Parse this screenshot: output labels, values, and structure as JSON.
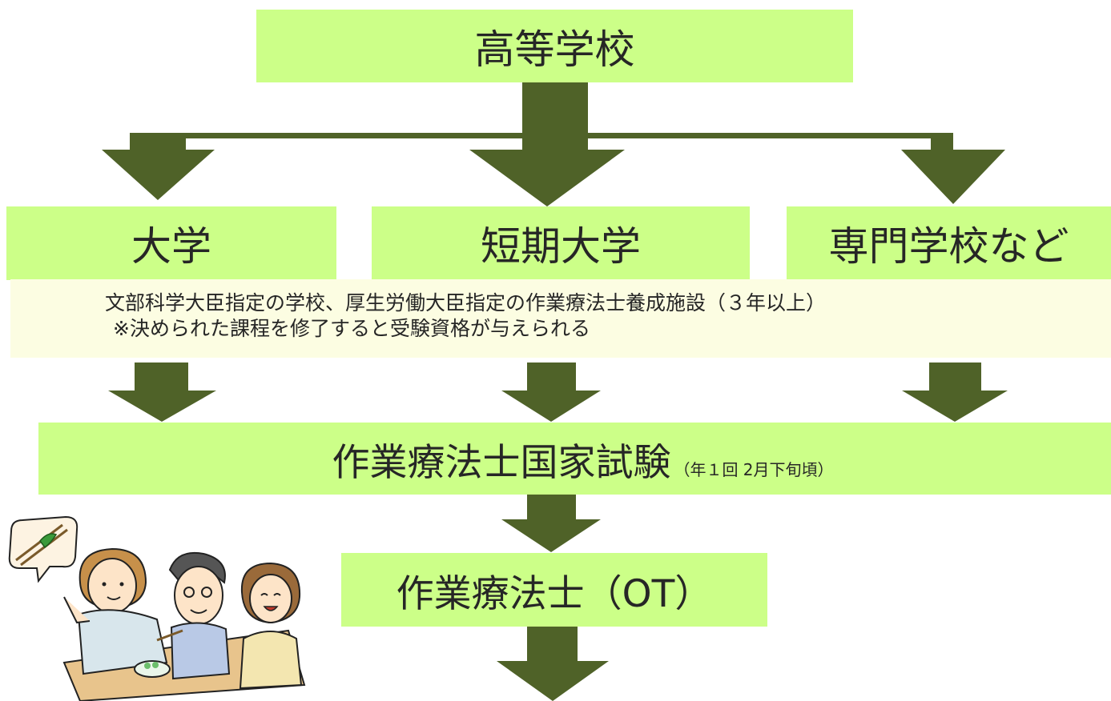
{
  "colors": {
    "box_fill": "#ccff88",
    "note_fill": "#fcfde2",
    "arrow_fill": "#4f6228",
    "text": "#262626"
  },
  "boxes": {
    "high_school": "高等学校",
    "university": "大学",
    "junior_college": "短期大学",
    "vocational_school": "専門学校など",
    "national_exam": "作業療法士国家試験",
    "national_exam_note": "（年１回 2月下旬頃）",
    "ot": "作業療法士（OT）"
  },
  "note": {
    "line1": "文部科学大臣指定の学校、厚生労働大臣指定の作業療法士養成施設（３年以上）",
    "line2": "※決められた課程を修了すると受験資格が与えられる"
  },
  "illustration": {
    "icon": "therapist-patients-chopsticks-illustration"
  }
}
